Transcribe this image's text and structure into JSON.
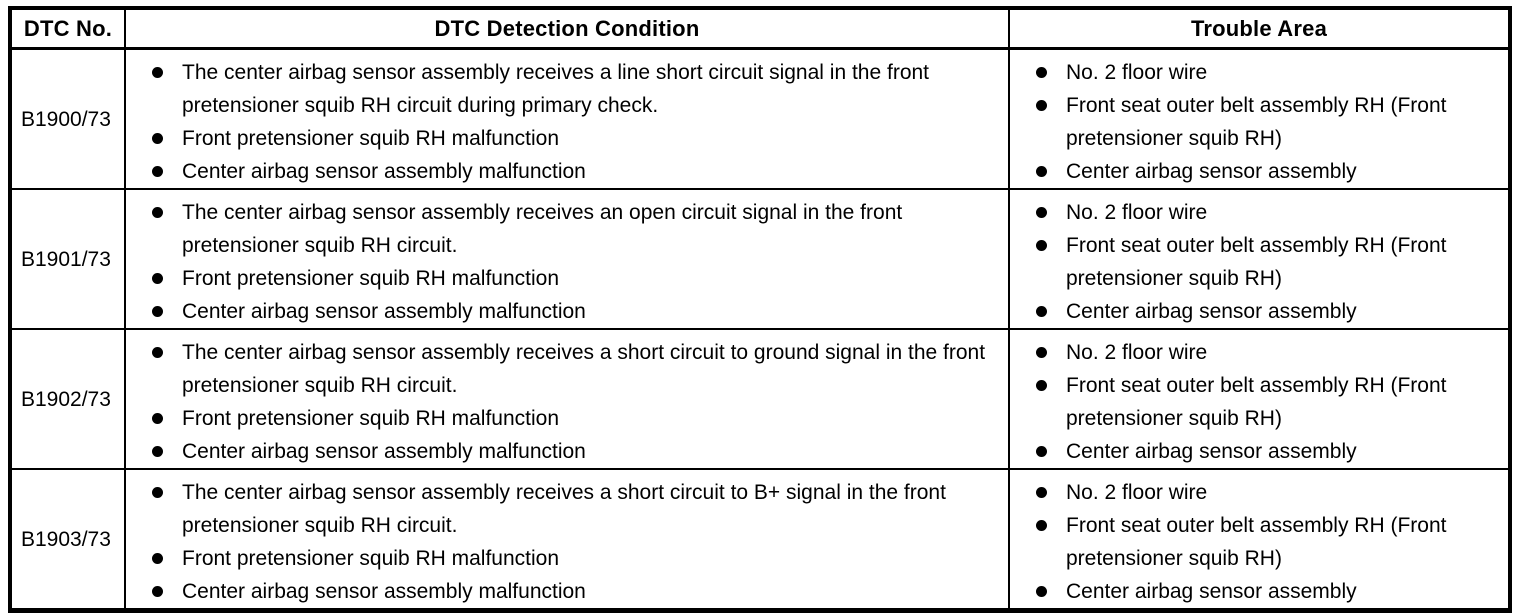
{
  "colors": {
    "background": "#ffffff",
    "text": "#000000",
    "border": "#000000"
  },
  "table": {
    "headers": {
      "dtc_no": "DTC No.",
      "detection_condition": "DTC Detection Condition",
      "trouble_area": "Trouble Area"
    },
    "rows": [
      {
        "dtc": "B1900/73",
        "conditions": [
          "The center airbag sensor assembly receives a line short circuit signal in the front pretensioner squib RH circuit during primary check.",
          "Front pretensioner squib RH malfunction",
          "Center airbag sensor assembly malfunction"
        ],
        "trouble_areas": [
          "No. 2 floor wire",
          "Front seat outer belt assembly RH (Front pretensioner squib RH)",
          "Center airbag sensor assembly"
        ]
      },
      {
        "dtc": "B1901/73",
        "conditions": [
          "The center airbag sensor assembly receives an open circuit signal in the front pretensioner squib RH circuit.",
          "Front pretensioner squib RH malfunction",
          "Center airbag sensor assembly malfunction"
        ],
        "trouble_areas": [
          "No. 2 floor wire",
          "Front seat outer belt assembly RH (Front pretensioner squib RH)",
          "Center airbag sensor assembly"
        ]
      },
      {
        "dtc": "B1902/73",
        "conditions": [
          "The center airbag sensor assembly receives a short circuit to ground signal in the front pretensioner squib RH circuit.",
          "Front pretensioner squib RH malfunction",
          "Center airbag sensor assembly malfunction"
        ],
        "trouble_areas": [
          "No. 2 floor wire",
          "Front seat outer belt assembly RH (Front pretensioner squib RH)",
          "Center airbag sensor assembly"
        ]
      },
      {
        "dtc": "B1903/73",
        "conditions": [
          "The center airbag sensor assembly receives a short circuit to B+ signal in the front pretensioner squib RH circuit.",
          "Front pretensioner squib RH malfunction",
          "Center airbag sensor assembly malfunction"
        ],
        "trouble_areas": [
          "No. 2 floor wire",
          "Front seat outer belt assembly RH (Front pretensioner squib RH)",
          "Center airbag sensor assembly"
        ]
      }
    ]
  }
}
